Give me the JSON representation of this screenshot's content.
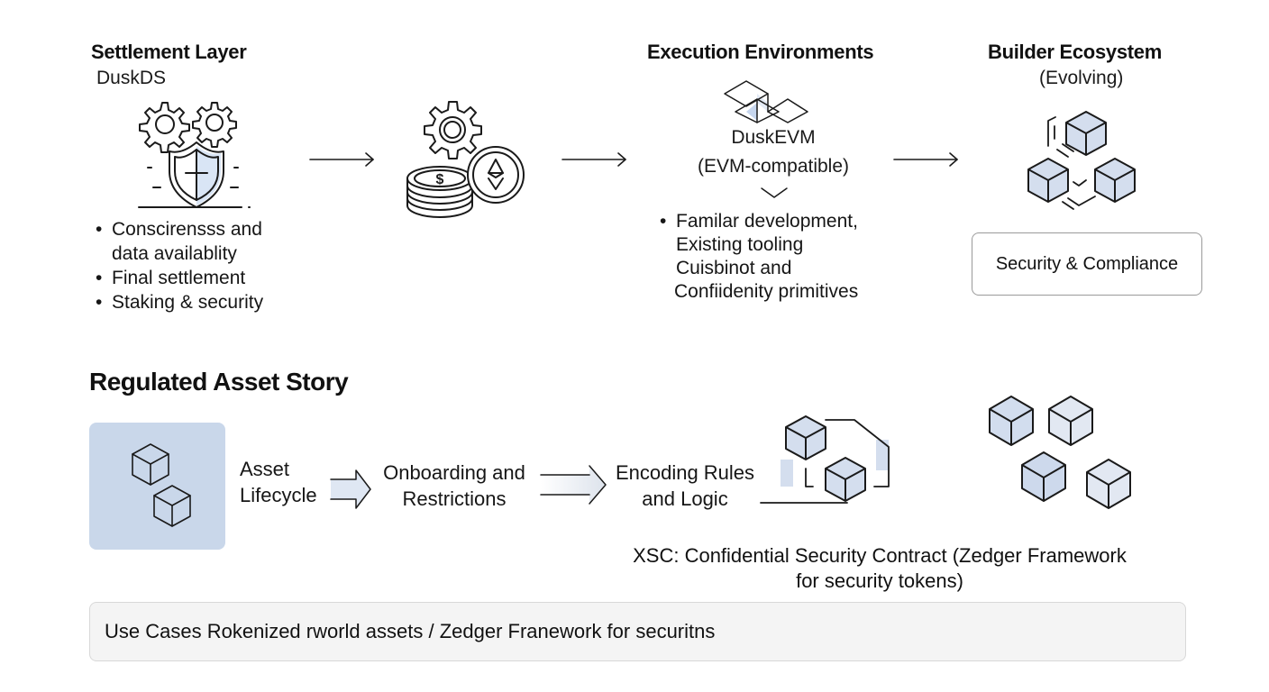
{
  "settlement": {
    "title": "Settlement Layer",
    "subtitle": "DuskDS",
    "icon": "gears-shield-icon",
    "bullets": [
      {
        "text": "Conscirensss and",
        "bullet": true
      },
      {
        "text": "data availablity",
        "bullet": false
      },
      {
        "text": "Final settlement",
        "bullet": true
      },
      {
        "text": "Staking & security",
        "bullet": true
      }
    ]
  },
  "middle": {
    "icon": "gear-coins-icon"
  },
  "execution": {
    "title": "Execution Environments",
    "icon": "stacked-diamonds-icon",
    "name": "DuskEVM",
    "subtitle": "(EVM-compatible)",
    "bullets": [
      {
        "text": "Familar development,",
        "bullet": true
      },
      {
        "text": "Existing tooling",
        "bullet": false
      },
      {
        "text": "Cuisbinot and",
        "bullet": false
      },
      {
        "text": "Confiidenity primitives",
        "bullet": false
      }
    ]
  },
  "builder": {
    "title": "Builder Ecosystem",
    "subtitle": "(Evolving)",
    "icon": "connected-cubes-icon",
    "box_label": "Security & Compliance"
  },
  "regulated": {
    "title": "Regulated Asset Story",
    "steps": [
      {
        "line1": "Asset",
        "line2": "Lifecycle"
      },
      {
        "line1": "Onboarding and",
        "line2": "Restrictions"
      },
      {
        "line1": "Encoding Rules",
        "line2": "and Logic"
      }
    ],
    "xsc_line1": "XSC: Confidential Security Contract (Zedger Framework",
    "xsc_line2": "for security tokens)"
  },
  "footer": {
    "text": "Use Cases Rokenized rworld assets / Zedger Franework for securitns"
  },
  "colors": {
    "accent_blue": "#c9d7ea",
    "cube_fill": "#d4deee",
    "text": "#111111",
    "footer_bg": "#f4f4f4"
  }
}
